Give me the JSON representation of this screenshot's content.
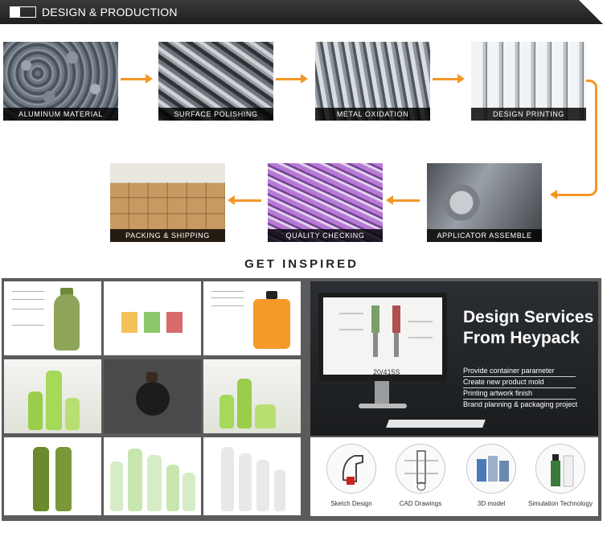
{
  "header": {
    "title": "DESIGN & PRODUCTION"
  },
  "process": {
    "steps": [
      "ALUMINUM MATERIAL",
      "SURFACE POLISHING",
      "METAL OXIDATION",
      "DESIGN PRINTING",
      "APPLICATOR ASSEMBLE",
      "QUALITY CHECKING",
      "PACKING & SHIPPING"
    ]
  },
  "inspired": {
    "title": "GET INSPIRED"
  },
  "design_services": {
    "title_line1": "Design Services",
    "title_line2": "From Heypack",
    "items": [
      "Provide container parameter",
      "Create new product mold",
      "Printing artwork finish",
      "Brand planning & packaging project"
    ],
    "cad_label": "20/415S"
  },
  "services": {
    "labels": [
      "Sketch Design",
      "CAD Drawings",
      "3D model",
      "Simulation Technology"
    ]
  },
  "colors": {
    "accent": "#f39625",
    "header_bg": "#2a2a2a",
    "panel_bg": "#5b5b5b"
  }
}
